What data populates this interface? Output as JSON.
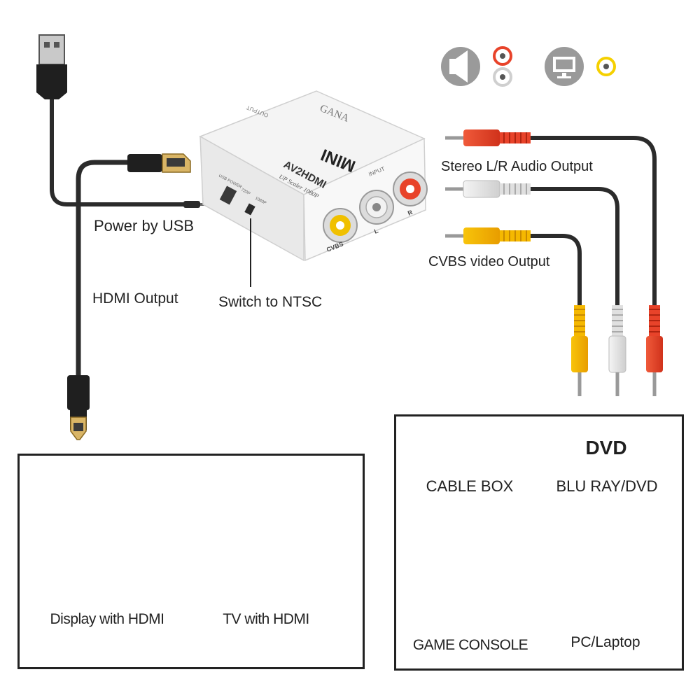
{
  "device": {
    "brand": "GANA",
    "model_badge": "MINI",
    "model": "AV2HDMI",
    "subtitle": "UP Scaler 1080P",
    "label_output": "OUTPUT",
    "label_input": "INPUT",
    "label_usb": "USB POWER",
    "label_switch_a": "720P",
    "label_switch_b": "1080P",
    "label_cvbs": "CVBS",
    "label_l": "L",
    "label_r": "R"
  },
  "labels": {
    "power_by_usb": "Power by USB",
    "hdmi_output": "HDMI Output",
    "switch_to_ntsc": "Switch to NTSC",
    "stereo_audio": "Stereo L/R Audio Output",
    "cvbs_video": "CVBS video Output"
  },
  "outputs": {
    "display": "Display with HDMI",
    "tv": "TV with HDMI"
  },
  "sources": {
    "cable_box": "CABLE BOX",
    "dvd_badge": "DVD",
    "blu_ray": "BLU RAY/DVD",
    "game_console": "GAME CONSOLE",
    "pc": "PC/Laptop"
  },
  "icons": [
    "speaker-icon",
    "red-white-rca-icon",
    "monitor-icon",
    "yellow-rca-icon",
    "usb-icon",
    "hdmi-icon",
    "gamepad-icon"
  ],
  "colors": {
    "red": "#e8432a",
    "white": "#e6e6e6",
    "yellow": "#f5b800",
    "cable": "#2b2b2b"
  }
}
